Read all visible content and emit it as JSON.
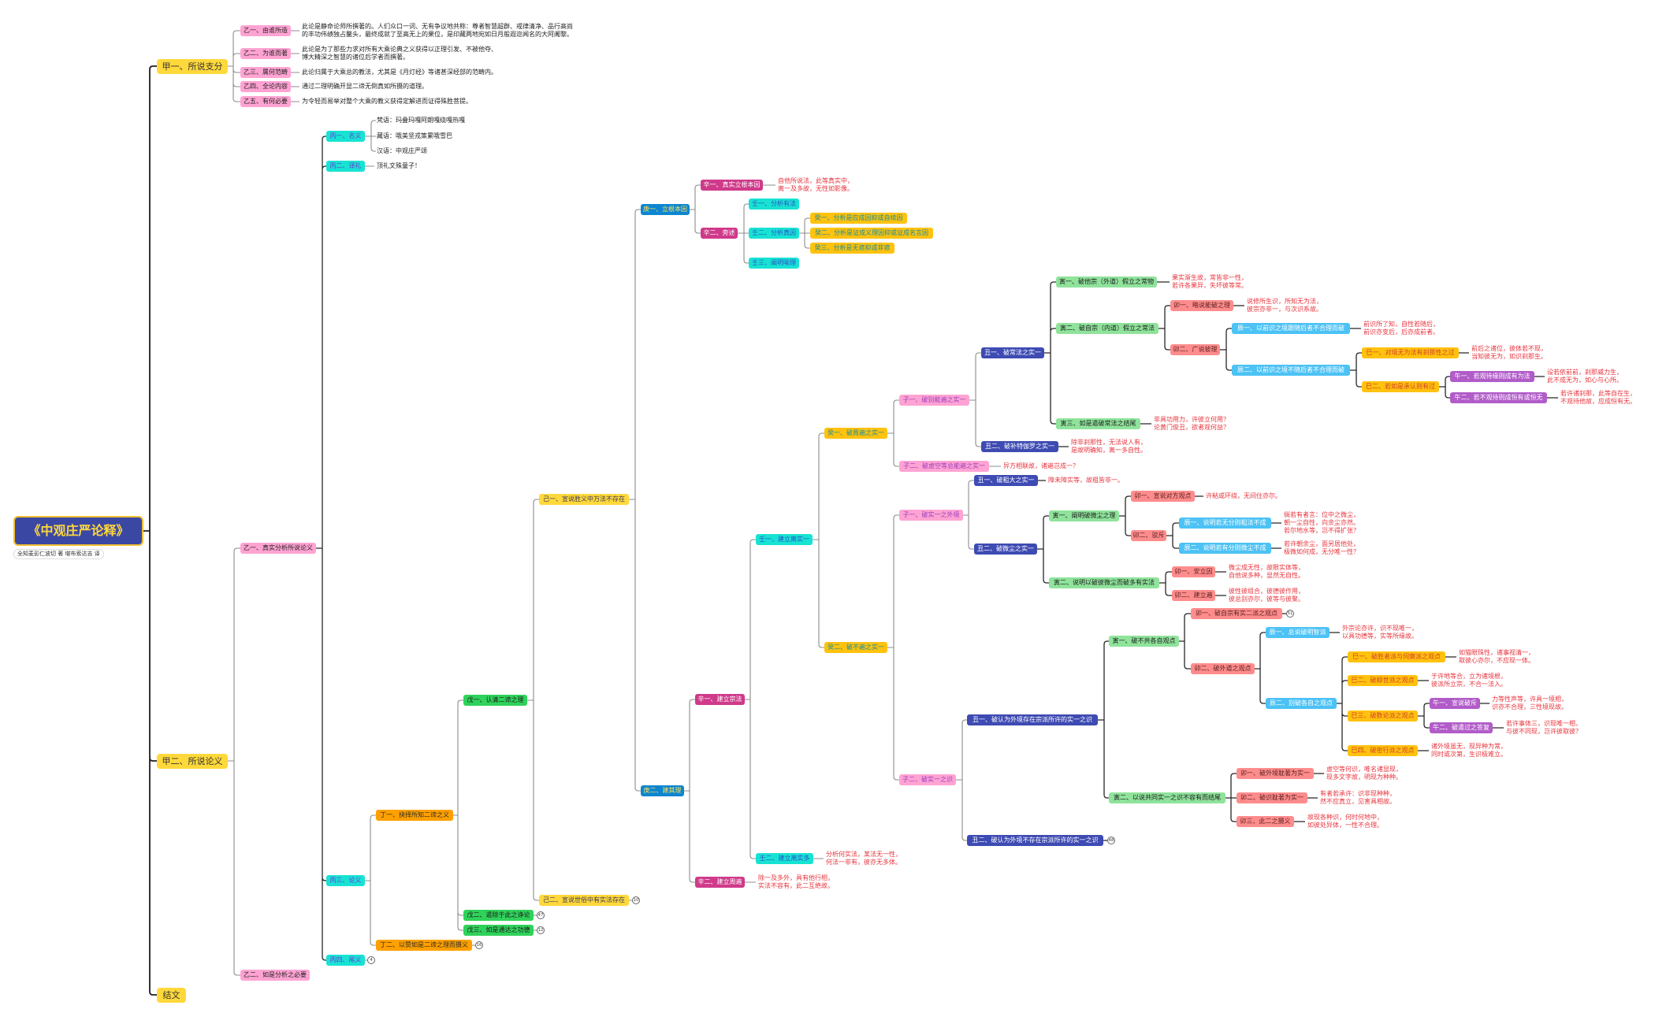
{
  "root": {
    "title": "《中观庄严论释》",
    "subtitle": "全知麦彭仁波切 著 堪布索达吉 译"
  },
  "palette": {
    "root_bg": "#3b48a3",
    "root_border": "#f0c030",
    "root_text": "#ffd83a",
    "verse_text": "#e8333c",
    "jia": "#ffd83b",
    "yi": "#ffa3d3",
    "bing": "#17e3d3",
    "ding": "#ffa000",
    "wu": "#2fd25a",
    "ji": "#ffd83b",
    "geng": "#0d86d1",
    "xin": "#cf3a8a",
    "ren": "#17e3d3",
    "gui": "#ffc20e",
    "zi": "#ffa3d3",
    "chou": "#3e4bb3",
    "yin": "#8fe39b",
    "mao": "#ff8c8c",
    "chen": "#4cc2f5",
    "si": "#ffc20e",
    "wu_noon": "#b15cc9"
  },
  "nodes": {
    "j1": {
      "parent": "root",
      "label": "甲一、所说支分"
    },
    "j1y1": {
      "parent": "j1",
      "label": "乙一、由谁所造",
      "desc": "此论是静命论师所撰著的。人们众口一词、无有争议地共称：尊者智慧超群、戒律清净、品行高尚\n的丰功伟绩独占鳌头，最终成就了至高无上的果位，是印藏两地宛如日月般遐迩闻名的大阿阇黎。"
    },
    "j1y2": {
      "parent": "j1",
      "label": "乙二、为谁而著",
      "desc": "此论是为了那些力求对所有大乘论典之义获得以正理引发、不被他夺、\n博大精深之智慧的诸位后学者而撰著。"
    },
    "j1y3": {
      "parent": "j1",
      "label": "乙三、属何范畴",
      "desc": "此论归属于大乘总的教法，尤其是《月灯经》等诸甚深经部的范畴内。"
    },
    "j1y4": {
      "parent": "j1",
      "label": "乙四、全论内容",
      "desc": "通过二理明确开显二谛无倒真如所摄的道理。"
    },
    "j1y5": {
      "parent": "j1",
      "label": "乙五、有何必要",
      "desc": "为令轻而易举对整个大乘的教义获得定解进而证得殊胜菩提。"
    },
    "j2": {
      "parent": "root",
      "label": "甲二、所说论义"
    },
    "y1": {
      "parent": "j2",
      "label": "乙一、真实分析所说论义"
    },
    "b1": {
      "parent": "y1",
      "label": "丙一、名义",
      "notes": [
        "梵语：玛叠玛嘎阿朗嘎绕嘎热嘎",
        "藏语：哦美坚戎策累哦雪巴",
        "汉语：中观庄严颂"
      ]
    },
    "b2": {
      "parent": "y1",
      "label": "丙二、译礼",
      "desc": "顶礼文殊童子！"
    },
    "b3": {
      "parent": "y1",
      "label": "丙三、论义"
    },
    "d1": {
      "parent": "b3",
      "label": "丁一、抉择所知二谛之义"
    },
    "w1": {
      "parent": "d1",
      "label": "戊一、认清二谛之理"
    },
    "ji1": {
      "parent": "w1",
      "label": "己一、宣说胜义中万法不存在"
    },
    "g1": {
      "parent": "ji1",
      "label": "庚一、立根本因"
    },
    "g1x1": {
      "parent": "g1",
      "label": "辛一、真实立根本因",
      "desc": "自他所说法，此等真实中，\n离一及多故，无性如影像。"
    },
    "g1x2": {
      "parent": "g1",
      "label": "辛二、旁述"
    },
    "g1r1": {
      "parent": "g1x2",
      "label": "壬一、分析有法"
    },
    "g1r2": {
      "parent": "g1x2",
      "label": "壬二、分析真因"
    },
    "g1k1": {
      "parent": "g1r2",
      "label": "癸一、分析是应成因抑或自续因"
    },
    "g1k2": {
      "parent": "g1r2",
      "label": "癸二、分析是证成义理因抑或证成名言因"
    },
    "g1k3": {
      "parent": "g1r2",
      "label": "癸三、分析是无遮抑或非遮"
    },
    "g1r3": {
      "parent": "g1x2",
      "label": "壬三、阐明喻理"
    },
    "g2": {
      "parent": "ji1",
      "label": "庚二、建其理"
    },
    "g2x1": {
      "parent": "g2",
      "label": "辛一、建立宗法"
    },
    "g2r1": {
      "parent": "g2x1",
      "label": "壬一、建立离实一"
    },
    "ka1": {
      "parent": "g2r1",
      "label": "癸一、破周遍之实一"
    },
    "ka1z1": {
      "parent": "ka1",
      "label": "子一、破别能遍之实一"
    },
    "cf1": {
      "parent": "ka1z1",
      "label": "丑一、破常法之实一"
    },
    "cfy1": {
      "parent": "cf1",
      "label": "寅一、破他宗（外道）假立之常物",
      "desc": "果实渐生故，常皆非一性，\n若许各果异，失坏彼等常。"
    },
    "cfy2": {
      "parent": "cf1",
      "label": "寅二、破自宗（内道）假立之常法"
    },
    "cfm1": {
      "parent": "cfy2",
      "label": "卯一、略说能破之理",
      "desc": "说修所生识，所知无为法，\n彼宗亦非一，与次识系故。"
    },
    "cfm2": {
      "parent": "cfy2",
      "label": "卯二、广说彼理"
    },
    "cfc1": {
      "parent": "cfm2",
      "label": "辰一、以前识之境跟随后者不合理而破",
      "desc": "前识所了知，自性若随后，\n前识亦变后，后亦成前者。"
    },
    "cfc2": {
      "parent": "cfm2",
      "label": "辰二、以前识之境不随后者不合理而破"
    },
    "cfs1": {
      "parent": "cfc2",
      "label": "巳一、对境无为法有刹那性之过",
      "desc": "前后之诸位，彼体若不现，\n当知彼无为，如识刹那生。"
    },
    "cfs2": {
      "parent": "cfc2",
      "label": "巳二、若如是承认则有过"
    },
    "cfw1": {
      "parent": "cfs2",
      "label": "午一、若观待缘则成有为法",
      "desc": "设若依前前，刹那威力生，\n此不成无为，如心与心所。"
    },
    "cfw2": {
      "parent": "cfs2",
      "label": "午二、若不观待则成恒有或恒无",
      "desc": "若许诸刹那，此等自在生，\n不观待他故，应成恒有无。"
    },
    "cfy3": {
      "parent": "cf1",
      "label": "寅三、如是遣破常法之结尾",
      "desc": "非具功用力，许彼立何用？\n论黄门俊丑，欲者观何益？"
    },
    "cf2": {
      "parent": "ka1z1",
      "label": "丑二、破补特伽罗之实一",
      "desc": "除非刹那性，无法说人有，\n是故明确知，离一多自性。"
    },
    "ka1z2": {
      "parent": "ka1",
      "label": "子二、破虚空等总能遍之实一",
      "desc": "异方相联故，诸遍岂成一？"
    },
    "ka2": {
      "parent": "g2r1",
      "label": "癸二、破不遍之实一"
    },
    "ka2z1": {
      "parent": "ka2",
      "label": "子一、破实一之外境"
    },
    "ws1": {
      "parent": "ka2z1",
      "label": "丑一、破粗大之实一",
      "desc": "障未障实等，故粗皆非一。"
    },
    "ws2": {
      "parent": "ka2z1",
      "label": "丑二、破微尘之实一"
    },
    "wsy1": {
      "parent": "ws2",
      "label": "寅一、阐明破微尘之理"
    },
    "wsm1": {
      "parent": "wsy1",
      "label": "卯一、宣说对方观点",
      "desc": "许粘或环绕，无间住亦尔。"
    },
    "wsm2": {
      "parent": "wsy1",
      "label": "卯二、驳斥"
    },
    "wsc1": {
      "parent": "wsm2",
      "label": "辰一、说明若无分则粗法不成",
      "desc": "倘若有者言：位中之微尘，\n朝一尘自性，向余尘亦然。\n若尔地水等，岂不得扩张？"
    },
    "wsc2": {
      "parent": "wsm2",
      "label": "辰二、说明若有分则微尘不成",
      "desc": "若许朝余尘，面另居他处，\n极微如何成，无分唯一性？"
    },
    "wsy2": {
      "parent": "ws2",
      "label": "寅二、说明以破彼微尘而破多有实法"
    },
    "wsn1": {
      "parent": "wsy2",
      "label": "卯一、安立因",
      "desc": "微尘成无性，故眼实体等，\n自他说多种，显然无自性。"
    },
    "wsn2": {
      "parent": "wsy2",
      "label": "卯二、建立遍",
      "desc": "彼性彼组合，彼德彼作用，\n彼总别亦尔，彼等与彼聚。"
    },
    "ka2z2": {
      "parent": "ka2",
      "label": "子二、破实一之识"
    },
    "sh1": {
      "parent": "ka2z2",
      "label": "丑一、破认为外境存在宗派所许的实一之识"
    },
    "shy1": {
      "parent": "sh1",
      "label": "寅一、破不共各自观点"
    },
    "shm1": {
      "parent": "shy1",
      "label": "卯一、破自宗有实二派之观点",
      "count": 51
    },
    "shm2": {
      "parent": "shy1",
      "label": "卯二、破外道之观点"
    },
    "shc1": {
      "parent": "shm2",
      "label": "辰一、总说破明智派",
      "desc": "外宗论亦许，识不现唯一，\n以具功德等，实等所缘故。"
    },
    "shc2": {
      "parent": "shm2",
      "label": "辰二、别破各自之观点"
    },
    "shs1": {
      "parent": "shc2",
      "label": "巳一、破胜者派与伺察派之观点",
      "desc": "如猫眼珠性，诸事视清一，\n取彼心亦尔，不应现一体。"
    },
    "shs2": {
      "parent": "shc2",
      "label": "巳二、破顺世派之观点",
      "desc": "于许地等合，立为诸境根，\n彼派所立宗，不合一法入。"
    },
    "shs3": {
      "parent": "shc2",
      "label": "巳三、破数论派之观点"
    },
    "shw1": {
      "parent": "shs3",
      "label": "午一、宣说破斥",
      "desc": "力等性声等，许具一境相，\n识亦不合理，三性境现故。"
    },
    "shw2": {
      "parent": "shs3",
      "label": "午二、破遣过之答复",
      "desc": "若许事体三，识现唯一相，\n与彼不同现，岂许彼取彼？"
    },
    "shs4": {
      "parent": "shc2",
      "label": "巳四、破密行派之观点",
      "desc": "诸外境虽无，现异种为常，\n同时或次第，生识极难立。"
    },
    "shy2": {
      "parent": "sh1",
      "label": "寅二、以说共同实一之识不容有而结尾"
    },
    "shn1": {
      "parent": "shy2",
      "label": "卯一、破外境耽著为实一",
      "desc": "虚空等何识，唯名诸显现，\n现多文字故，明现为种种。"
    },
    "shn2": {
      "parent": "shy2",
      "label": "卯二、破识耽著为实一",
      "desc": "有者若承许：识非现种种，\n然不应真立，见害具相故。"
    },
    "shn3": {
      "parent": "shy2",
      "label": "卯三、此二之摄义",
      "desc": "故现各种识，何时何地中，\n如彼处异体，一性不合理。"
    },
    "sh2": {
      "parent": "ka2z2",
      "label": "丑二、破认为外境不存在宗派所许的实一之识",
      "count": 48
    },
    "g2r2": {
      "parent": "g2x1",
      "label": "壬二、建立离实多",
      "desc": "分析何实法，某法无一性，\n何法一非有，彼亦无多体。"
    },
    "g2x2": {
      "parent": "g2",
      "label": "辛二、建立周遍",
      "desc": "除一及多外，具有他行相，\n实法不容有，此二互绝故。"
    },
    "ji2": {
      "parent": "w1",
      "label": "己二、宣说世俗中有实法存在",
      "count": 10
    },
    "w2": {
      "parent": "d1",
      "label": "戊二、遣除于此之诤论",
      "count": 47
    },
    "w3": {
      "parent": "d1",
      "label": "戊三、如是通达之功德",
      "count": 12
    },
    "d2": {
      "parent": "b3",
      "label": "丁二、以赞如是二谛之理而摄义",
      "count": 16
    },
    "b4": {
      "parent": "y1",
      "label": "丙四、尾义",
      "count": 4
    },
    "y2": {
      "parent": "j2",
      "label": "乙二、如是分析之必要"
    },
    "jw": {
      "parent": "root",
      "label": "结文"
    }
  }
}
